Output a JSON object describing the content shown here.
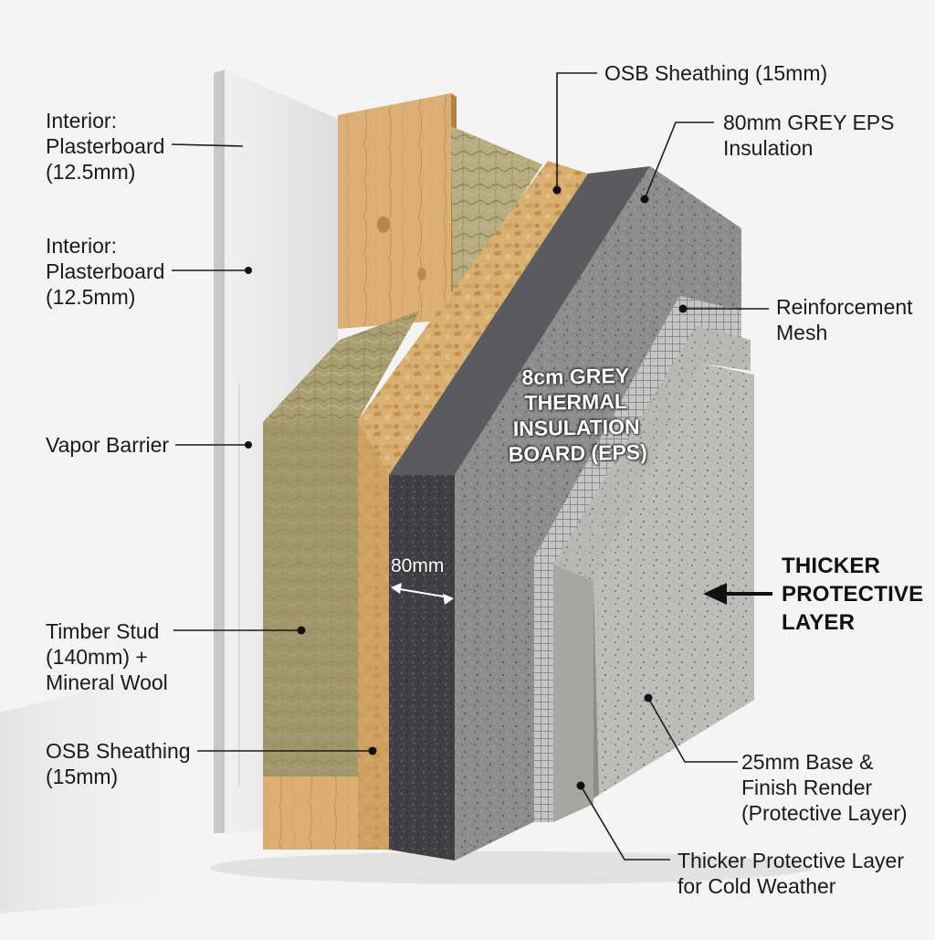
{
  "labels": {
    "plasterboard_1": [
      "Interior:",
      "Plasterboard",
      "(12.5mm)"
    ],
    "plasterboard_2": [
      "Interior:",
      "Plasterboard",
      "(12.5mm)"
    ],
    "vapor_barrier": [
      "Vapor Barrier"
    ],
    "timber_stud": [
      "Timber Stud",
      "(140mm) +",
      "Mineral Wool"
    ],
    "osb_bottom": [
      "OSB Sheathing",
      "(15mm)"
    ],
    "osb_top": [
      "OSB Sheathing (15mm)"
    ],
    "eps_insulation": [
      "80mm GREY EPS",
      "Insulation"
    ],
    "reinforcement_mesh": [
      "Reinforcement",
      "Mesh"
    ],
    "protective_layer_bold": [
      "THICKER",
      "PROTECTIVE",
      "LAYER"
    ],
    "render": [
      "25mm Base &",
      "Finish Render",
      "(Protective Layer)"
    ],
    "cold_weather": [
      "Thicker Protective Layer",
      "for Cold Weather"
    ]
  },
  "board_text": [
    "8cm GREY",
    "THERMAL",
    "INSULATION",
    "BOARD (EPS)"
  ],
  "dimension_text": "80mm",
  "colors": {
    "background": "#f4f4f3",
    "plasterboard": "#e9e9e7",
    "timber": "#d9ad72",
    "mineral_wool": "#a59b6e",
    "osb": "#d8b070",
    "eps_dark": "#4a4b4e",
    "eps_face": "#8c8c8c",
    "mesh": "#9a9a9a",
    "render": "#bdbcb8",
    "arrow": "#111111"
  }
}
